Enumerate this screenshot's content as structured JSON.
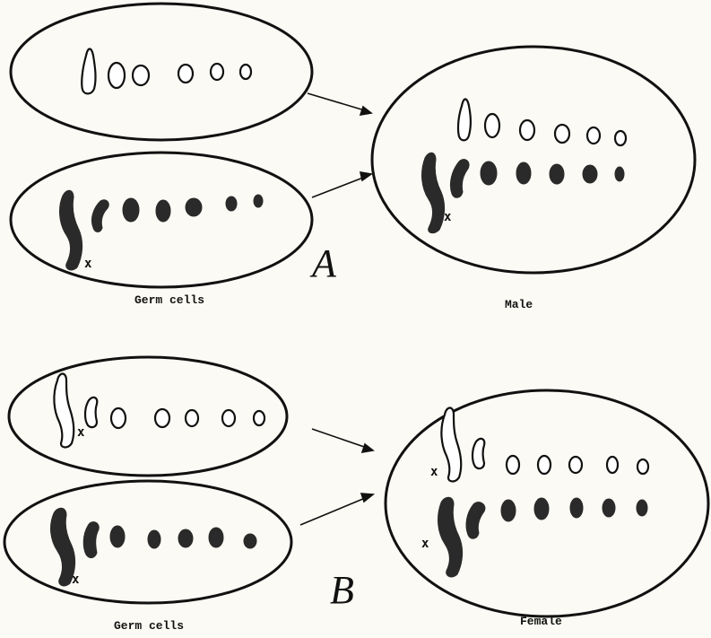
{
  "figure": {
    "panels": [
      {
        "letter": "A",
        "source_caption": "Germ cells",
        "result_caption": "Male",
        "x_marker_top_cell": "",
        "x_marker_bottom_cell": "x",
        "x_marker_result_paternal": "",
        "x_marker_result_maternal": "x"
      },
      {
        "letter": "B",
        "source_caption": "Germ cells",
        "result_caption": "Female",
        "x_marker_top_cell": "x",
        "x_marker_bottom_cell": "x",
        "x_marker_result_paternal": "x",
        "x_marker_result_maternal": "x"
      }
    ],
    "colors": {
      "ink": "#111111",
      "paper": "#fbfaf4",
      "filled_chromosome": "#2a2a2a",
      "outline_chromosome": "#ffffff"
    }
  }
}
